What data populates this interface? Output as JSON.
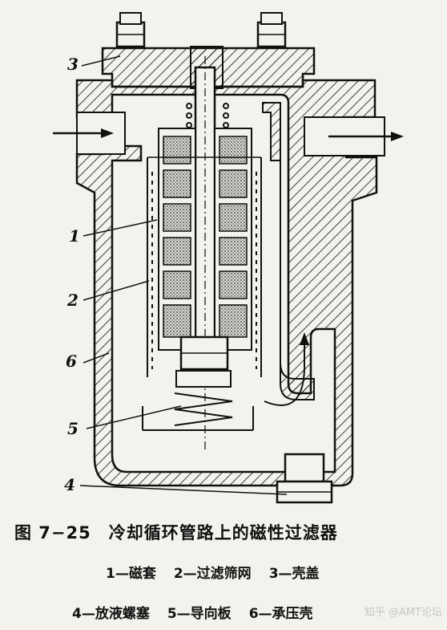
{
  "figure": {
    "callouts": [
      "3",
      "1",
      "2",
      "6",
      "5",
      "4"
    ],
    "caption_number": "图 7−25",
    "caption_title": "冷却循环管路上的磁性过滤器",
    "legend_row1": [
      "1—磁套",
      "2—过滤筛网",
      "3—壳盖"
    ],
    "legend_row2": [
      "4—放液螺塞",
      "5—导向板",
      "6—承压壳"
    ]
  },
  "watermark": "知乎 @AMT论坛",
  "colors": {
    "ink": "#111111",
    "paper": "#f4f2ec",
    "magnet_fill": "#9a9a9a"
  }
}
